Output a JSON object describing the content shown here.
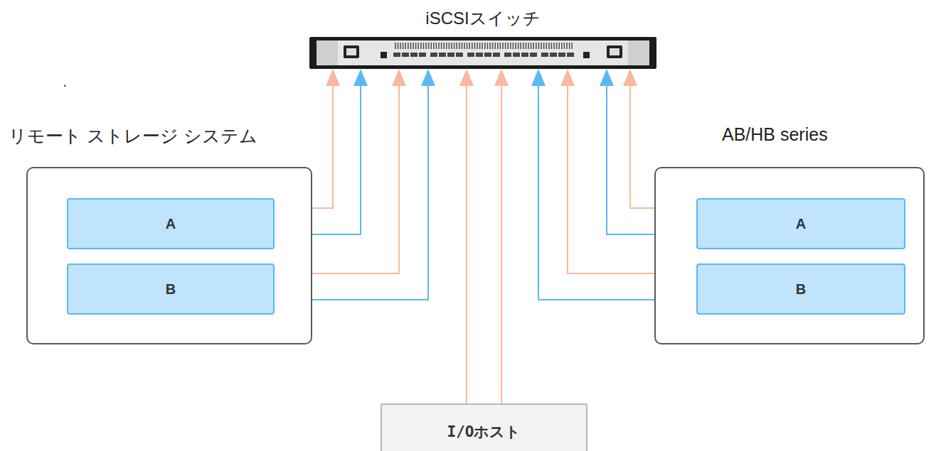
{
  "diagram": {
    "nodes": [
      {
        "text": [
          "iSCSIスイッチ"
        ]
      },
      {
        "text": [
          "リモート ストレージ システム"
        ]
      },
      {
        "text": [
          "A"
        ],
        "in": 1
      },
      {
        "text": [
          "B"
        ],
        "in": 1
      },
      {
        "text": [
          "AB/HB series"
        ]
      },
      {
        "text": [
          "A"
        ],
        "in": 4
      },
      {
        "text": [
          "B"
        ],
        "in": 4
      },
      {
        "text": [
          "I/Oホスト"
        ]
      }
    ],
    "edges": [
      {
        "from": 2,
        "to": 0,
        "arrow": "to"
      },
      {
        "from": 2,
        "to": 0,
        "arrow": "to"
      },
      {
        "from": 3,
        "to": 0,
        "arrow": "to"
      },
      {
        "from": 3,
        "to": 0,
        "arrow": "to"
      },
      {
        "from": 7,
        "to": 0,
        "arrow": "to"
      },
      {
        "from": 7,
        "to": 0,
        "arrow": "to"
      },
      {
        "from": 5,
        "to": 0,
        "arrow": "to"
      },
      {
        "from": 5,
        "to": 0,
        "arrow": "to"
      },
      {
        "from": 6,
        "to": 0,
        "arrow": "to"
      },
      {
        "from": 6,
        "to": 0,
        "arrow": "to"
      }
    ],
    "labels": [
      "."
    ]
  }
}
